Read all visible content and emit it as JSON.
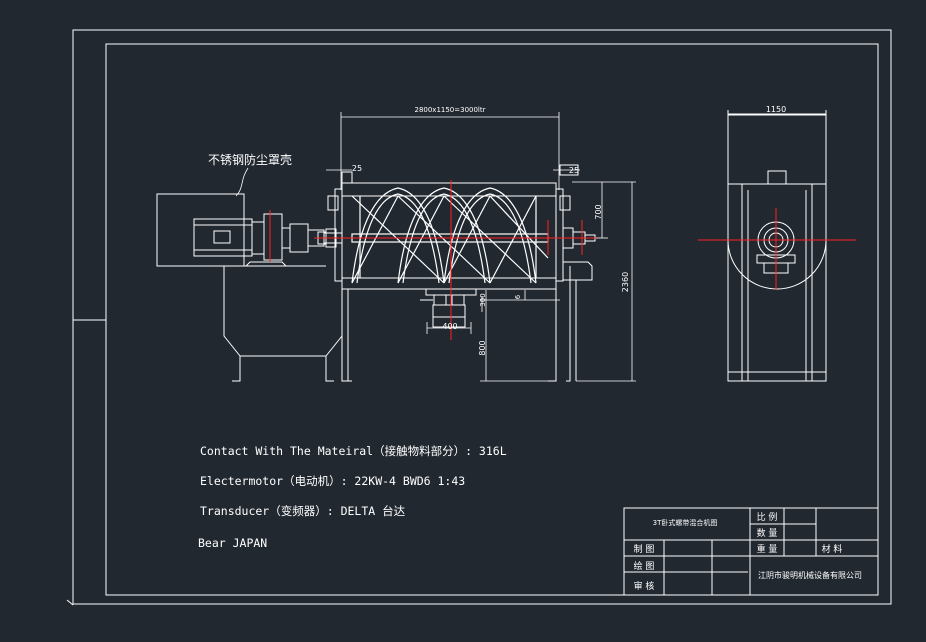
{
  "colors": {
    "background": "#212830",
    "line": "#ffffff",
    "centerline": "#ff2020"
  },
  "annotations": {
    "cover_label": "不锈钢防尘罩壳",
    "dim_top": "2800x1150=3000ltr",
    "dim_left_25": "25",
    "dim_right_25": "25",
    "dim_700": "700",
    "dim_2360": "2360",
    "dim_300": "300",
    "dim_6": "6",
    "dim_400": "400",
    "dim_800": "800",
    "dim_side_1150": "1150"
  },
  "specs": {
    "line1": "Contact With The Mateiral（接触物料部分）: 316L",
    "line2": "Electermotor（电动机）: 22KW-4   BWD6 1:43",
    "line3": "Transducer（变频器）: DELTA 台达",
    "line4": "Bear JAPAN"
  },
  "title_block": {
    "drawing_name": "3T卧式螺带混合机图",
    "scale": "比 例",
    "quantity": "数 量",
    "weight": "重 量",
    "material": "材 料",
    "drawn": "制 图",
    "drafted": "绘 图",
    "checked": "审 核",
    "company": "江阴市骏明机械设备有限公司"
  }
}
